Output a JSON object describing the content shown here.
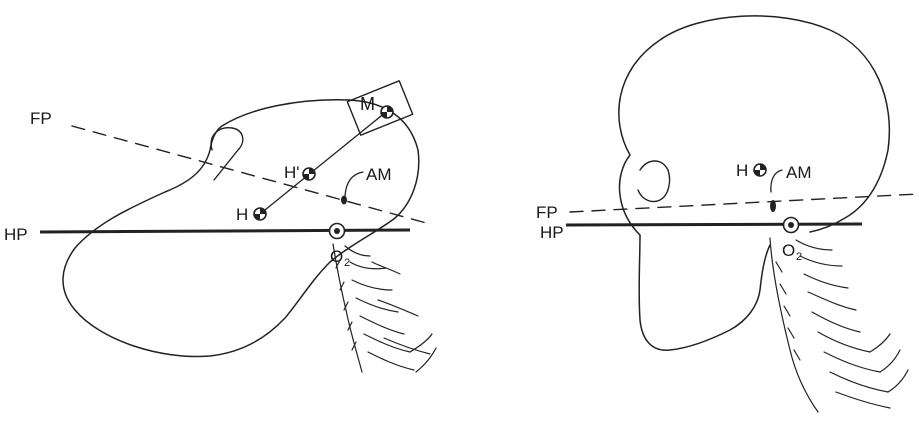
{
  "left_figure": {
    "labels": {
      "fp": "FP",
      "hp": "HP",
      "m": "M",
      "h_prime": "H'",
      "h": "H",
      "am": "AM",
      "o": "O",
      "o_sub": "2"
    }
  },
  "right_figure": {
    "labels": {
      "fp": "FP",
      "hp": "HP",
      "h": "H",
      "am": "AM",
      "o": "O",
      "o_sub": "2"
    }
  }
}
